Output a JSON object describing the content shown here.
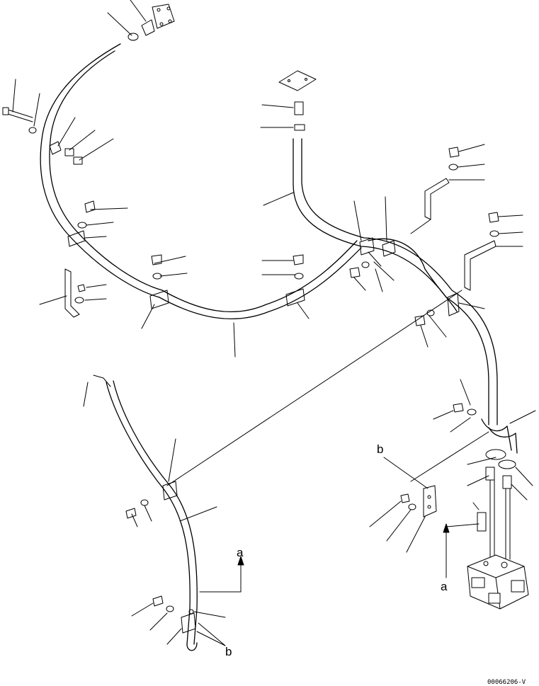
{
  "drawing_code": "00066206-V",
  "view_labels": {
    "a_top": "a",
    "a_right": "a",
    "b_top": "b",
    "b_bottom": "b"
  }
}
